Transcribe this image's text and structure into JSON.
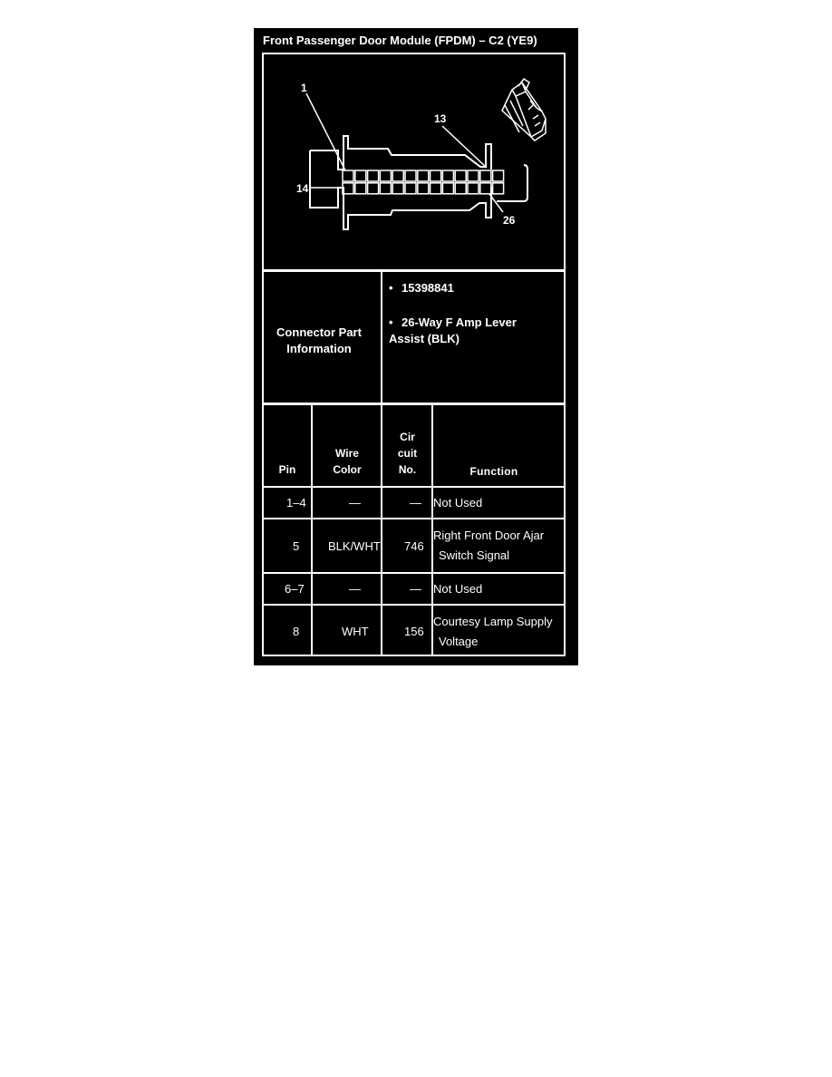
{
  "title": "Front Passenger Door Module (FPDM) – C2 (YE9)",
  "diagram": {
    "pin_labels": {
      "first": "1",
      "row1_last": "13",
      "row2_first": "14",
      "last": "26"
    },
    "rows": 2,
    "cols": 13
  },
  "connector_info": {
    "label_line1": "Connector Part",
    "label_line2": "Information",
    "bullet1": "15398841",
    "bullet2_line1": "26-Way F Amp Lever",
    "bullet2_line2": "Assist (BLK)"
  },
  "table": {
    "headers": {
      "pin": "Pin",
      "wire_line1": "Wire",
      "wire_line2": "Color",
      "circuit_line1": "Cir",
      "circuit_line2": "cuit",
      "circuit_line3": "No.",
      "function": "Function"
    },
    "rows": [
      {
        "pin": "1–4",
        "wire": "—",
        "circuit": "—",
        "function_line1": "Not Used",
        "function_line2": ""
      },
      {
        "pin": "5",
        "wire": "BLK/WHT",
        "circuit": "746",
        "function_line1": "Right Front Door Ajar",
        "function_line2": "Switch Signal"
      },
      {
        "pin": "6–7",
        "wire": "—",
        "circuit": "—",
        "function_line1": "Not Used",
        "function_line2": ""
      },
      {
        "pin": "8",
        "wire": "WHT",
        "circuit": "156",
        "function_line1": "Courtesy Lamp Supply",
        "function_line2": "Voltage"
      }
    ]
  }
}
